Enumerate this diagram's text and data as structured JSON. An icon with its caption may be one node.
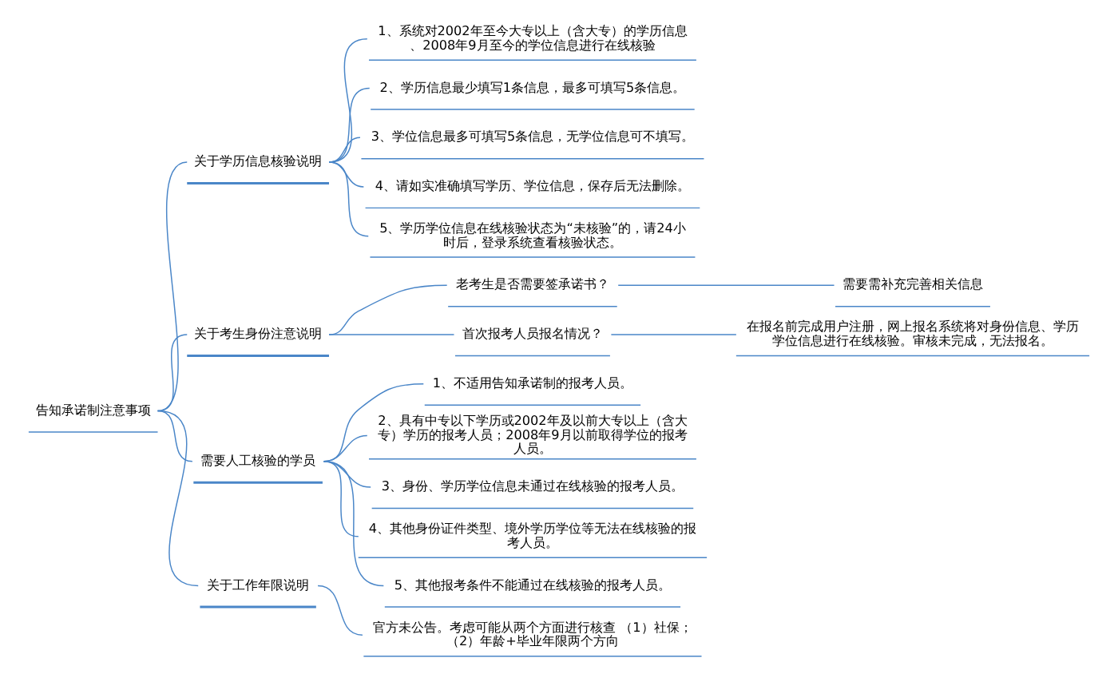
{
  "diagram": {
    "nodes": [
      {
        "text": [
          "告知承诺制注意事项"
        ]
      },
      {
        "text": [
          "关于学历信息核验说明"
        ]
      },
      {
        "text": [
          "1、系统对2002年至今大专以上（含大专）的学历信息、2008年9月至今的学位信息进行在线核验"
        ]
      },
      {
        "text": [
          "2、学历信息最少填写1条信息，最多可填写5条信息。"
        ]
      },
      {
        "text": [
          "3、学位信息最多可填写5条信息，无学位信息可不填写。"
        ]
      },
      {
        "text": [
          "4、请如实准确填写学历、学位信息，保存后无法删除。"
        ]
      },
      {
        "text": [
          "5、学历学位信息在线核验状态为“未核验”的，请24小时后，登录系统查看核验状态。"
        ]
      },
      {
        "text": [
          "关于考生身份注意说明"
        ]
      },
      {
        "text": [
          "老考生是否需要签承诺书？"
        ]
      },
      {
        "text": [
          "需要需补充完善相关信息"
        ]
      },
      {
        "text": [
          "首次报考人员报名情况？"
        ]
      },
      {
        "text": [
          "在报名前完成用户注册，网上报名系统将对身份信息、学历学位信息进行在线核验。审核未完成，无法报名。"
        ]
      },
      {
        "text": [
          "需要人工核验的学员"
        ]
      },
      {
        "text": [
          "1、不适用告知承诺制的报考人员。"
        ]
      },
      {
        "text": [
          "2、具有中专以下学历或2002年及以前大专以上（含大专）学历的报考人员；2008年9月以前取得学位的报考人员。"
        ]
      },
      {
        "text": [
          "3、身份、学历学位信息未通过在线核验的报考人员。"
        ]
      },
      {
        "text": [
          "4、其他身份证件类型、境外学历学位等无法在线核验的报考人员。"
        ]
      },
      {
        "text": [
          "5、其他报考条件不能通过在线核验的报考人员。"
        ]
      },
      {
        "text": [
          "关于工作年限说明"
        ]
      },
      {
        "text": [
          "官方未公告。考虑可能从两个方面进行核查 （1）社保；（2）年龄+毕业年限两个方向"
        ]
      }
    ],
    "edges": [
      {
        "from": 0,
        "to": 1,
        "arrow": "none"
      },
      {
        "from": 1,
        "to": 2,
        "arrow": "none"
      },
      {
        "from": 1,
        "to": 3,
        "arrow": "none"
      },
      {
        "from": 1,
        "to": 4,
        "arrow": "none"
      },
      {
        "from": 1,
        "to": 5,
        "arrow": "none"
      },
      {
        "from": 1,
        "to": 6,
        "arrow": "none"
      },
      {
        "from": 0,
        "to": 7,
        "arrow": "none"
      },
      {
        "from": 7,
        "to": 8,
        "arrow": "none"
      },
      {
        "from": 8,
        "to": 9,
        "arrow": "none"
      },
      {
        "from": 7,
        "to": 10,
        "arrow": "none"
      },
      {
        "from": 10,
        "to": 11,
        "arrow": "none"
      },
      {
        "from": 0,
        "to": 12,
        "arrow": "none"
      },
      {
        "from": 12,
        "to": 13,
        "arrow": "none"
      },
      {
        "from": 12,
        "to": 14,
        "arrow": "none"
      },
      {
        "from": 12,
        "to": 15,
        "arrow": "none"
      },
      {
        "from": 12,
        "to": 16,
        "arrow": "none"
      },
      {
        "from": 12,
        "to": 17,
        "arrow": "none"
      },
      {
        "from": 0,
        "to": 18,
        "arrow": "none"
      },
      {
        "from": 18,
        "to": 19,
        "arrow": "none"
      }
    ]
  }
}
